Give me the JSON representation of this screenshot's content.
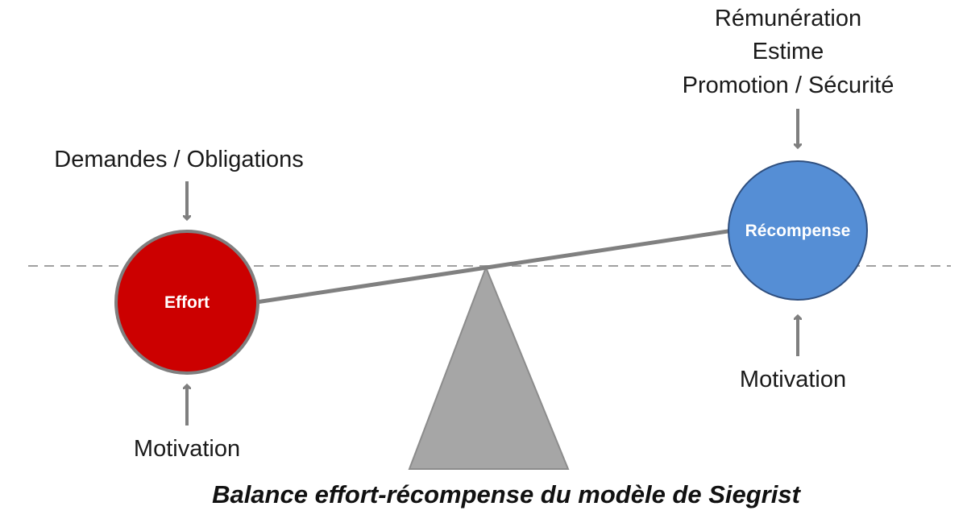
{
  "left_node": {
    "label": "Effort",
    "color": "#cc0000",
    "input_top": "Demandes / Obligations",
    "input_bottom": "Motivation"
  },
  "right_node": {
    "label": "Récompense",
    "color": "#558ed5",
    "input_top_lines": [
      "Rémunération",
      "Estime",
      "Promotion / Sécurité"
    ],
    "input_bottom": "Motivation"
  },
  "colors": {
    "beam": "#808080",
    "fulcrum": "#a6a6a6",
    "reference_line": "#a0a0a0",
    "circle_stroke": "#7f7f7f",
    "right_circle_stroke": "#2f4f7f"
  },
  "caption": "Balance effort-récompense du modèle de Siegrist"
}
